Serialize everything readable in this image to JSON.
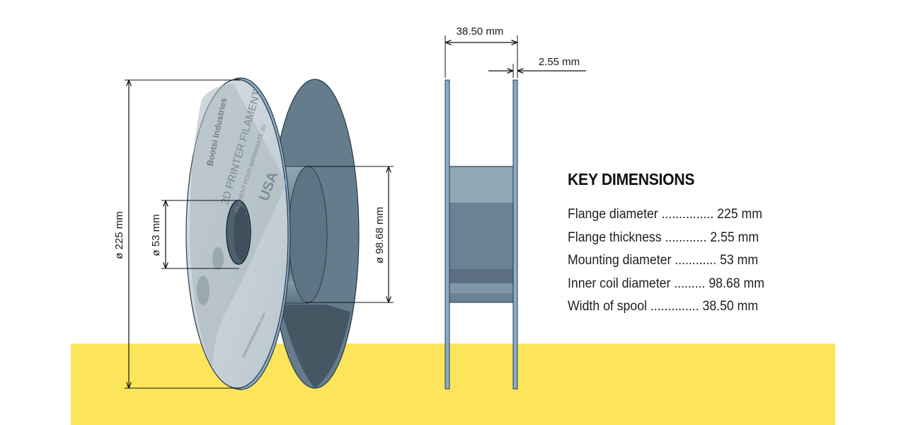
{
  "dimensions": {
    "spool_width": "38.50 mm",
    "flange_thickness": "2.55 mm",
    "flange_diameter": "ø 225 mm",
    "mounting_diameter": "ø 53 mm",
    "inner_coil_diameter": "ø 98.68 mm"
  },
  "label": {
    "brand": "Bootsi Industries",
    "product": "3D PRINTER FILAMENT",
    "product_fr": "FILAMENT POUR IMPRIMANTE 3D",
    "badge": "USA",
    "website": "www.bootsiindustries.com"
  },
  "key_dimensions": {
    "title": "KEY DIMENSIONS",
    "rows": [
      {
        "text": "Flange diameter ............... 225 mm"
      },
      {
        "text": "Flange thickness ............ 2.55 mm"
      },
      {
        "text": "Mounting diameter ............ 53 mm"
      },
      {
        "text": "Inner coil diameter ......... 98.68 mm"
      },
      {
        "text": "Width of spool .............. 38.50 mm"
      }
    ]
  },
  "colors": {
    "ground": "#fde55b",
    "flange_face": "#c9d3d9",
    "flange_back": "#647c8c",
    "flange_edge": "#8aaccb",
    "hub": "#6a8294",
    "hub_light": "#8fa8b4"
  }
}
